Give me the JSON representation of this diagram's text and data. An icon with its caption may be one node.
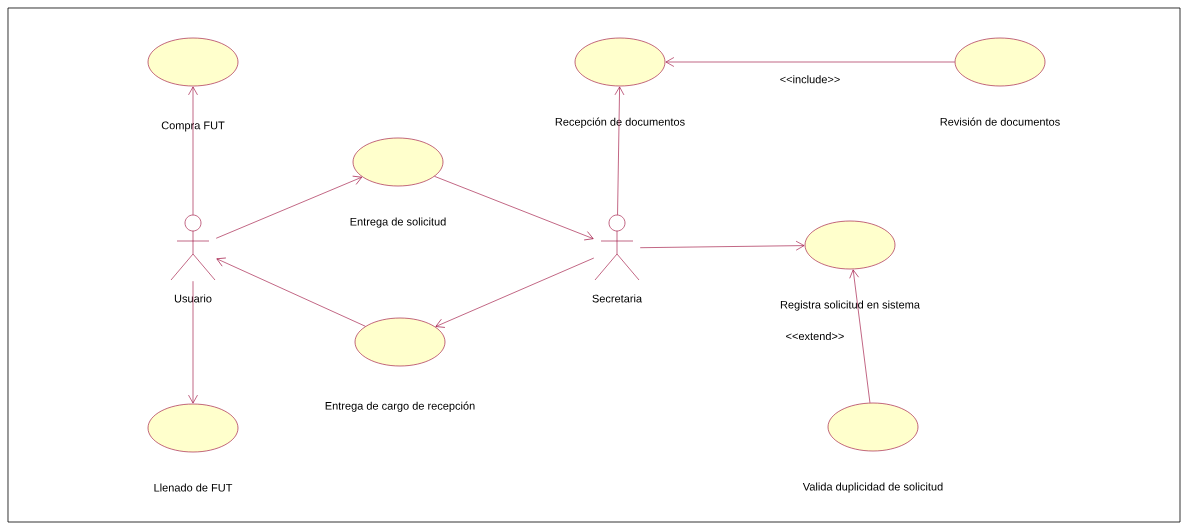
{
  "diagram": {
    "nodes": [
      {
        "text": [
          "Compra FUT"
        ]
      },
      {
        "text": [
          "Usuario"
        ]
      },
      {
        "text": [
          "Llenado de FUT"
        ]
      },
      {
        "text": [
          "Entrega de solicitud"
        ]
      },
      {
        "text": [
          "Entrega de cargo de recepción"
        ]
      },
      {
        "text": [
          "Secretaria"
        ]
      },
      {
        "text": [
          "Recepción de documentos"
        ]
      },
      {
        "text": [
          "Revisión de documentos"
        ]
      },
      {
        "text": [
          "Registra solicitud en sistema"
        ]
      },
      {
        "text": [
          "Valida duplicidad de solicitud"
        ]
      }
    ],
    "edges": [
      {
        "from": 1,
        "to": 0,
        "arrow": "to"
      },
      {
        "from": 1,
        "to": 2,
        "arrow": "to"
      },
      {
        "from": 1,
        "to": 3,
        "arrow": "to"
      },
      {
        "from": 3,
        "to": 5,
        "arrow": "to"
      },
      {
        "from": 5,
        "to": 4,
        "arrow": "to"
      },
      {
        "from": 4,
        "to": 1,
        "arrow": "to"
      },
      {
        "from": 5,
        "to": 6,
        "arrow": "to"
      },
      {
        "from": 7,
        "to": 6,
        "arrow": "to",
        "label": "<<include>>"
      },
      {
        "from": 5,
        "to": 8,
        "arrow": "to"
      },
      {
        "from": 9,
        "to": 8,
        "arrow": "to",
        "label": "<<extend>>"
      }
    ]
  }
}
